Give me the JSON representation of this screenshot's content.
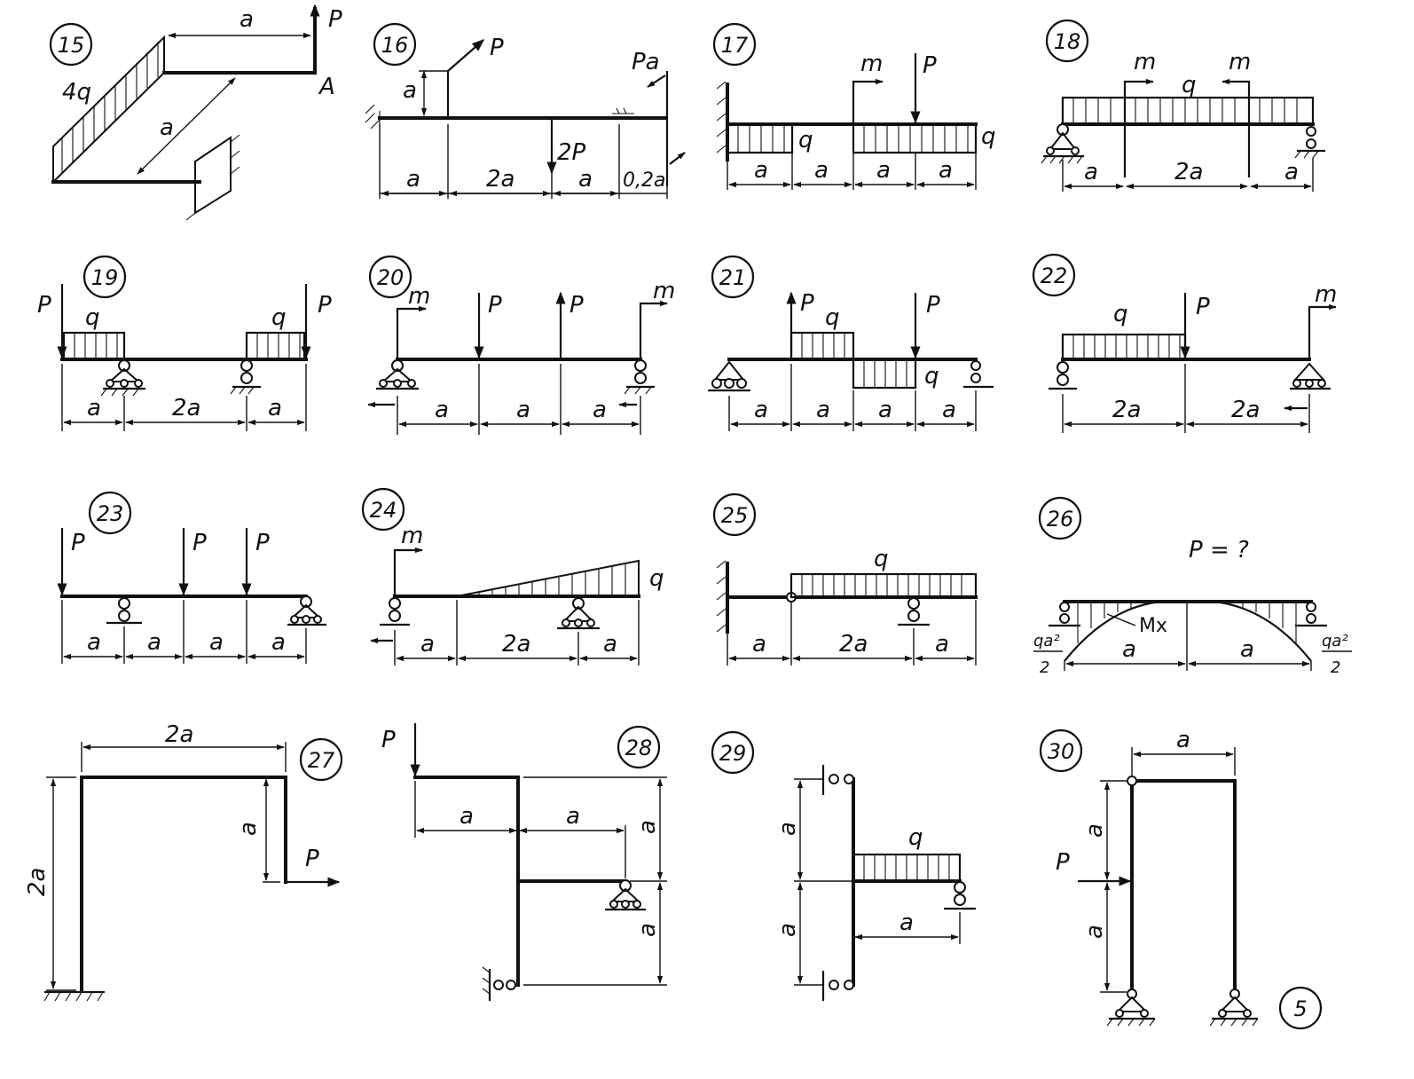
{
  "problems": [
    {
      "num": "15",
      "labels": {
        "a_top": "a",
        "a_diag": "a",
        "load": "4q",
        "force": "P",
        "point": "A"
      }
    },
    {
      "num": "16",
      "labels": {
        "a_vert": "a",
        "P": "P",
        "Pa": "Pa",
        "twoP": "2P",
        "d1": "a",
        "d2": "2a",
        "d3": "a",
        "d4": "0,2a"
      }
    },
    {
      "num": "17",
      "labels": {
        "m": "m",
        "P": "P",
        "q1": "q",
        "q2": "q",
        "d1": "a",
        "d2": "a",
        "d3": "a",
        "d4": "a"
      }
    },
    {
      "num": "18",
      "labels": {
        "m1": "m",
        "m2": "m",
        "q": "q",
        "d1": "a",
        "d2": "2a",
        "d3": "a"
      }
    },
    {
      "num": "19",
      "labels": {
        "P1": "P",
        "P2": "P",
        "q1": "q",
        "q2": "q",
        "d1": "a",
        "d2": "2a",
        "d3": "a"
      }
    },
    {
      "num": "20",
      "labels": {
        "m1": "m",
        "m2": "m",
        "P1": "P",
        "P2": "P",
        "d1": "a",
        "d2": "a",
        "d3": "a"
      }
    },
    {
      "num": "21",
      "labels": {
        "P1": "P",
        "P2": "P",
        "q1": "q",
        "q2": "q",
        "d1": "a",
        "d2": "a",
        "d3": "a",
        "d4": "a"
      }
    },
    {
      "num": "22",
      "labels": {
        "q": "q",
        "P": "P",
        "m": "m",
        "d1": "2a",
        "d2": "2a"
      }
    },
    {
      "num": "23",
      "labels": {
        "P1": "P",
        "P2": "P",
        "P3": "P",
        "d1": "a",
        "d2": "a",
        "d3": "a",
        "d4": "a"
      }
    },
    {
      "num": "24",
      "labels": {
        "m": "m",
        "q": "q",
        "d1": "a",
        "d2": "2a",
        "d3": "a"
      }
    },
    {
      "num": "25",
      "labels": {
        "q": "q",
        "d1": "a",
        "d2": "2a",
        "d3": "a"
      }
    },
    {
      "num": "26",
      "labels": {
        "question": "P = ?",
        "mx": "Mx",
        "lnum": "qa²",
        "lden": "2",
        "rnum": "qa²",
        "rden": "2",
        "d1": "a",
        "d2": "a"
      }
    },
    {
      "num": "27",
      "labels": {
        "top": "2a",
        "left": "2a",
        "right": "a",
        "P": "P"
      }
    },
    {
      "num": "28",
      "labels": {
        "P": "P",
        "h1": "a",
        "h2": "a",
        "v1": "a",
        "v2": "a"
      }
    },
    {
      "num": "29",
      "labels": {
        "v1": "a",
        "v2": "a",
        "q": "q",
        "h": "a"
      }
    },
    {
      "num": "30",
      "labels": {
        "top": "a",
        "v1": "a",
        "v2": "a",
        "P": "P"
      }
    }
  ],
  "page_number": "5"
}
